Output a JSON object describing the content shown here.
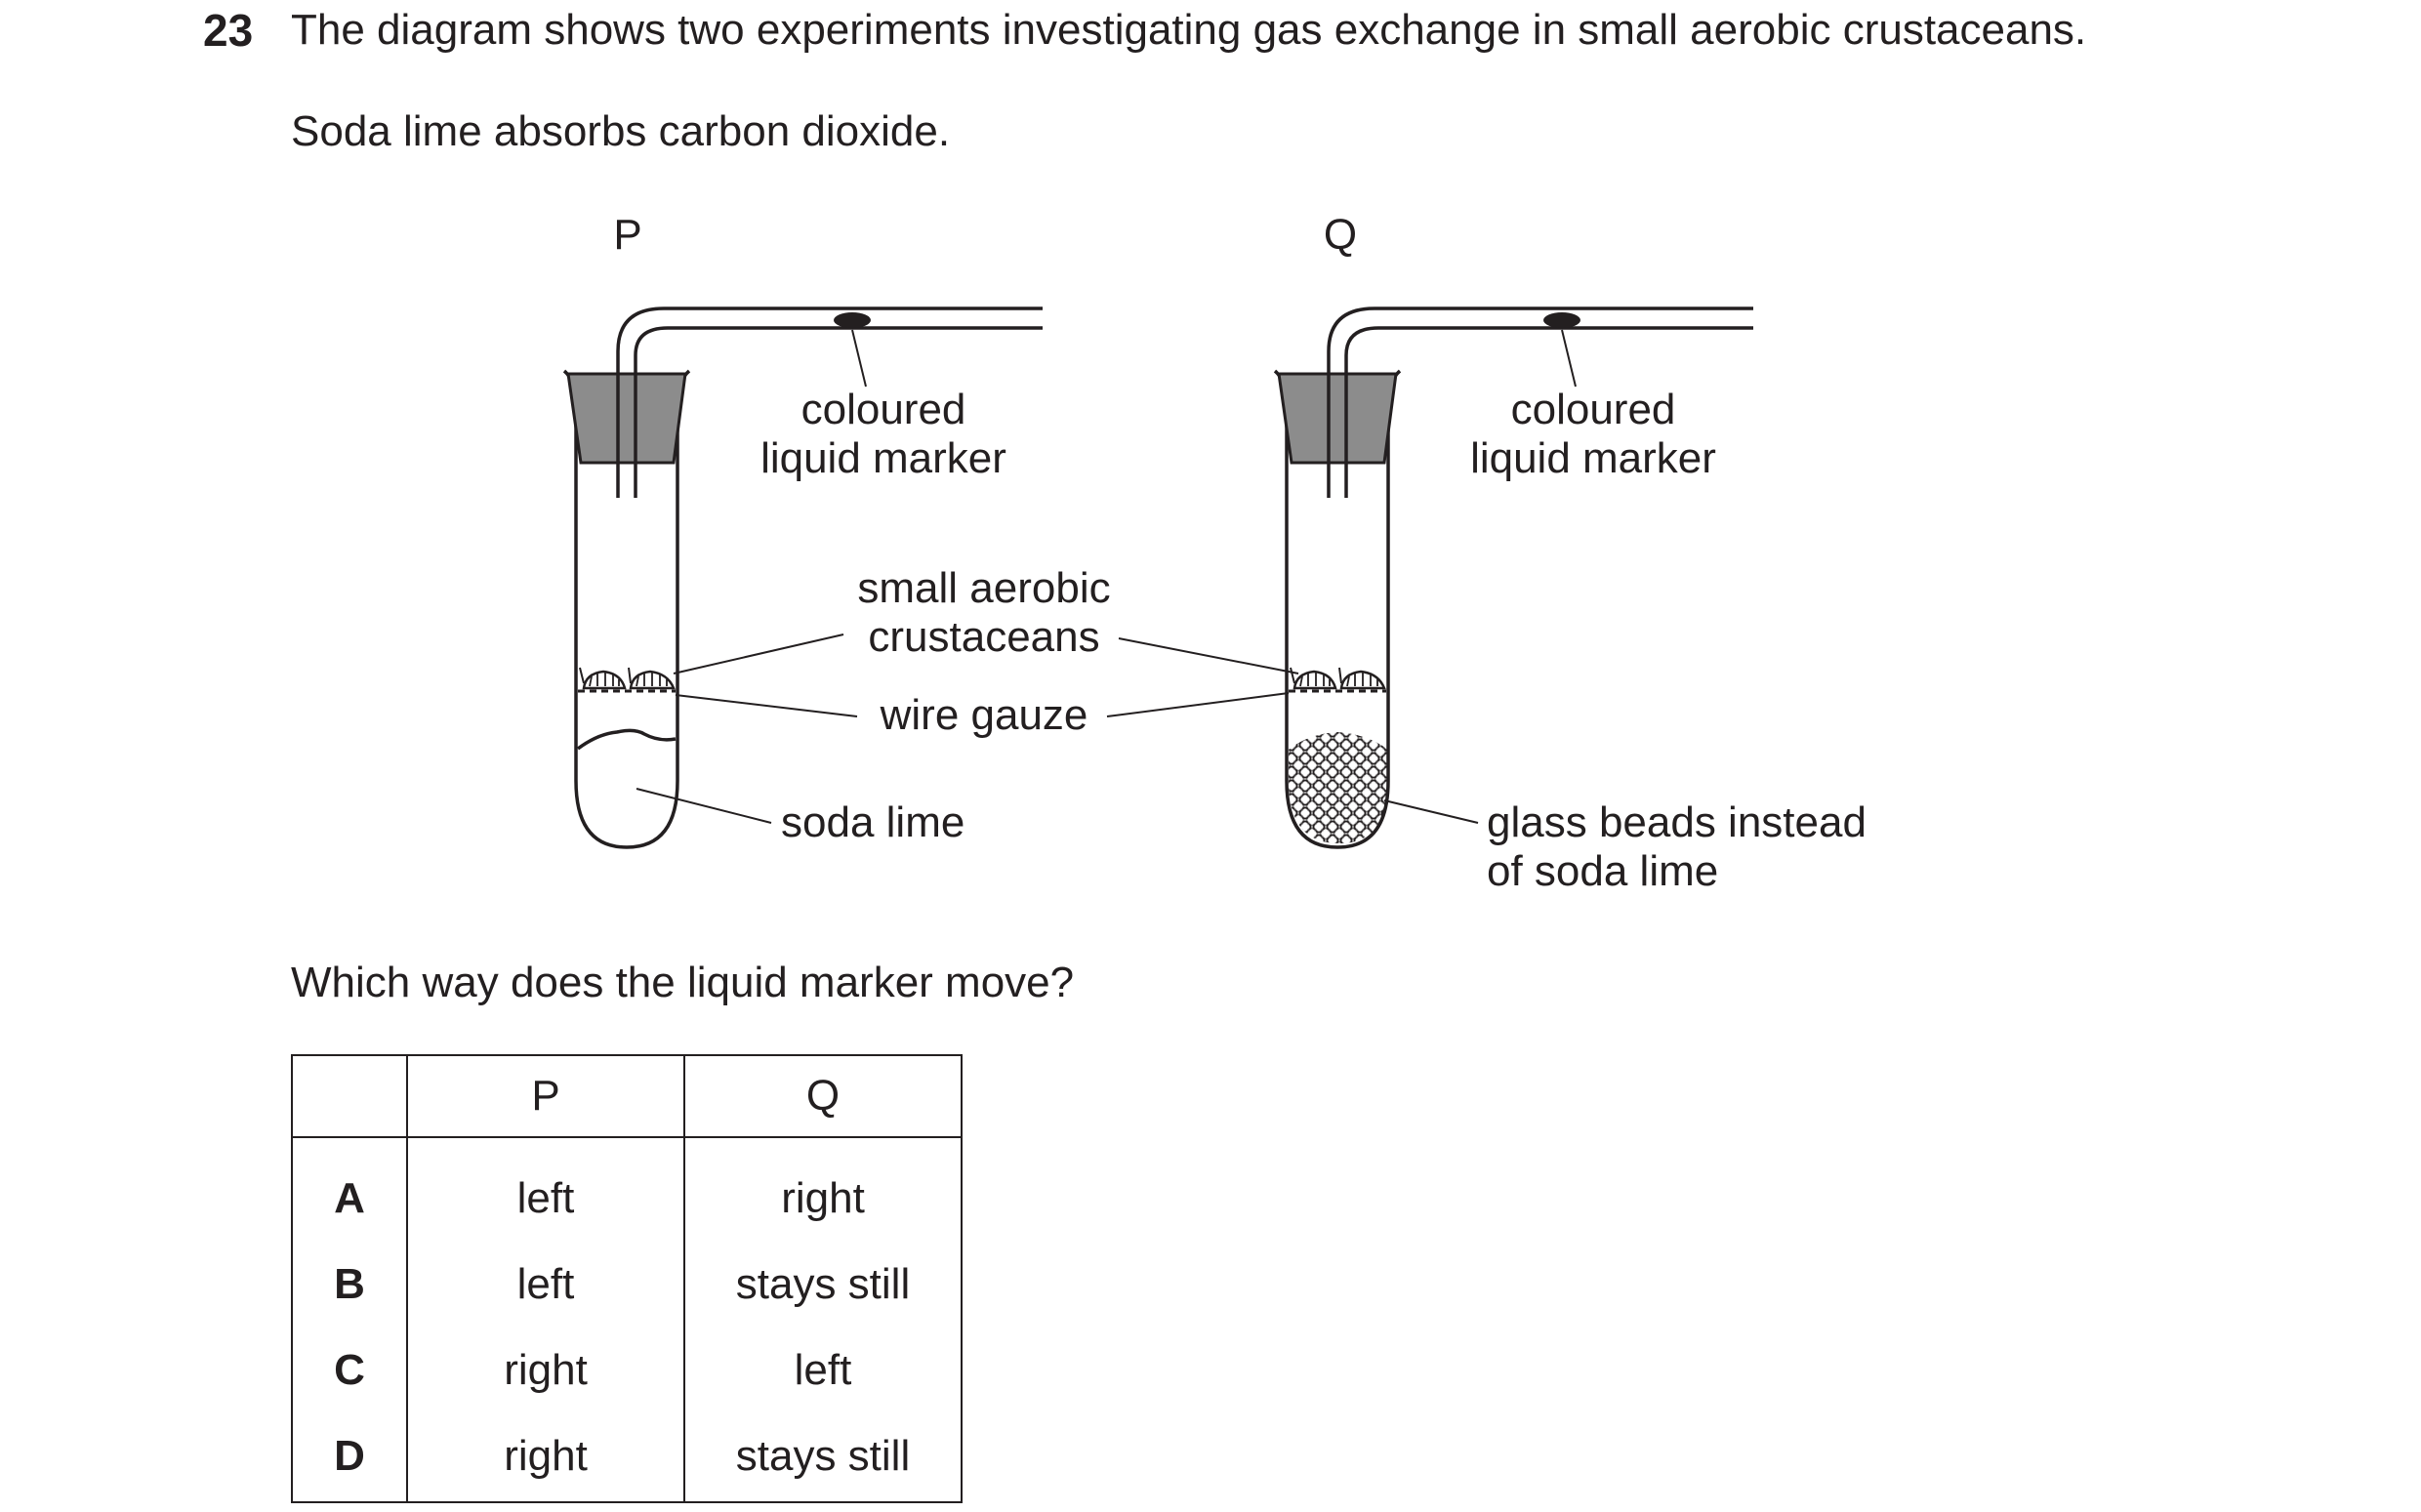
{
  "question": {
    "number": "23",
    "intro": "The diagram shows two experiments investigating gas exchange in small aerobic crustaceans.",
    "note": "Soda lime absorbs carbon dioxide.",
    "prompt": "Which way does the liquid marker move?"
  },
  "diagram": {
    "label_p": "P",
    "label_q": "Q",
    "marker_p_line1": "coloured",
    "marker_p_line2": "liquid marker",
    "marker_q_line1": "coloured",
    "marker_q_line2": "liquid marker",
    "crustaceans_line1": "small aerobic",
    "crustaceans_line2": "crustaceans",
    "gauze": "wire gauze",
    "soda_lime": "soda lime",
    "beads_line1": "glass beads instead",
    "beads_line2": "of soda lime"
  },
  "table": {
    "headers": [
      "",
      "P",
      "Q"
    ],
    "rows": [
      {
        "letter": "A",
        "p": "left",
        "q": "right"
      },
      {
        "letter": "B",
        "p": "left",
        "q": "stays still"
      },
      {
        "letter": "C",
        "p": "right",
        "q": "left"
      },
      {
        "letter": "D",
        "p": "right",
        "q": "stays still"
      }
    ]
  }
}
